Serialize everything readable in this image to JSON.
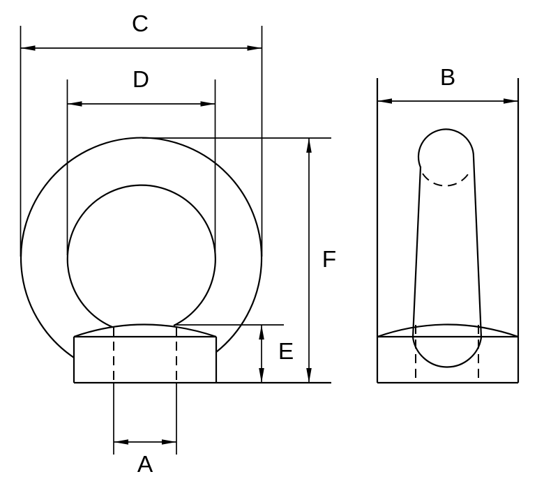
{
  "colors": {
    "background": "#ffffff",
    "line": "#000000",
    "text": "#000000"
  },
  "dimension_labels": {
    "A": "A",
    "B": "B",
    "C": "C",
    "D": "D",
    "E": "E",
    "F": "F"
  }
}
